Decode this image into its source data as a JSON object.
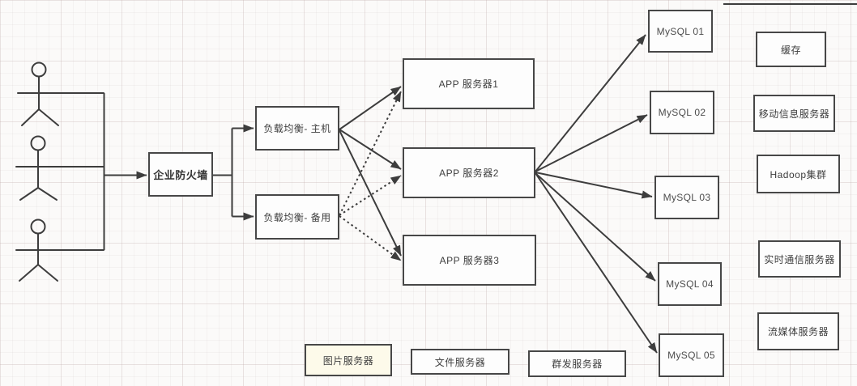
{
  "canvas": {
    "background": "#fbfaf9",
    "grid_color": "#e9e2e2",
    "stroke_color": "#3d3d3d",
    "node_fill": "#fdfdfd",
    "image_server_fill": "#fdfaea"
  },
  "actors": {
    "count": 3,
    "icon": "user-stick-figure-icon"
  },
  "nodes": {
    "firewall": {
      "label": "企业防火墙"
    },
    "lb_primary": {
      "label": "负载均衡- 主机"
    },
    "lb_backup": {
      "label": "负载均衡- 备用"
    },
    "app_server_1": {
      "label": "APP 服务器1"
    },
    "app_server_2": {
      "label": "APP 服务器2"
    },
    "app_server_3": {
      "label": "APP 服务器3"
    },
    "mysql_01": {
      "label": "MySQL 01"
    },
    "mysql_02": {
      "label": "MySQL 02"
    },
    "mysql_03": {
      "label": "MySQL 03"
    },
    "mysql_04": {
      "label": "MySQL 04"
    },
    "mysql_05": {
      "label": "MySQL 05"
    },
    "cache": {
      "label": "缓存"
    },
    "mobile_info_server": {
      "label": "移动信息服务器"
    },
    "hadoop_cluster": {
      "label": "Hadoop集群"
    },
    "realtime_comm_server": {
      "label": "实时通信服务器"
    },
    "streaming_media_server": {
      "label": "流媒体服务器"
    },
    "image_server": {
      "label": "图片服务器"
    },
    "file_server": {
      "label": "文件服务器"
    },
    "broadcast_server": {
      "label": "群发服务器"
    }
  },
  "edges": [
    {
      "from": "users",
      "to": "firewall",
      "style": "solid-arrow"
    },
    {
      "from": "firewall",
      "to": "lb_primary",
      "style": "solid-arrow"
    },
    {
      "from": "firewall",
      "to": "lb_backup",
      "style": "solid-arrow"
    },
    {
      "from": "lb_primary",
      "to": "app_server_1",
      "style": "solid-arrow"
    },
    {
      "from": "lb_primary",
      "to": "app_server_2",
      "style": "solid-arrow"
    },
    {
      "from": "lb_primary",
      "to": "app_server_3",
      "style": "solid-arrow"
    },
    {
      "from": "lb_backup",
      "to": "app_server_1",
      "style": "dotted-arrow"
    },
    {
      "from": "lb_backup",
      "to": "app_server_2",
      "style": "dotted-arrow"
    },
    {
      "from": "lb_backup",
      "to": "app_server_3",
      "style": "dotted-arrow"
    },
    {
      "from": "app_server_2",
      "to": "mysql_01",
      "style": "solid-arrow"
    },
    {
      "from": "app_server_2",
      "to": "mysql_02",
      "style": "solid-arrow"
    },
    {
      "from": "app_server_2",
      "to": "mysql_03",
      "style": "solid-arrow"
    },
    {
      "from": "app_server_2",
      "to": "mysql_04",
      "style": "solid-arrow"
    },
    {
      "from": "app_server_2",
      "to": "mysql_05",
      "style": "solid-arrow"
    }
  ]
}
